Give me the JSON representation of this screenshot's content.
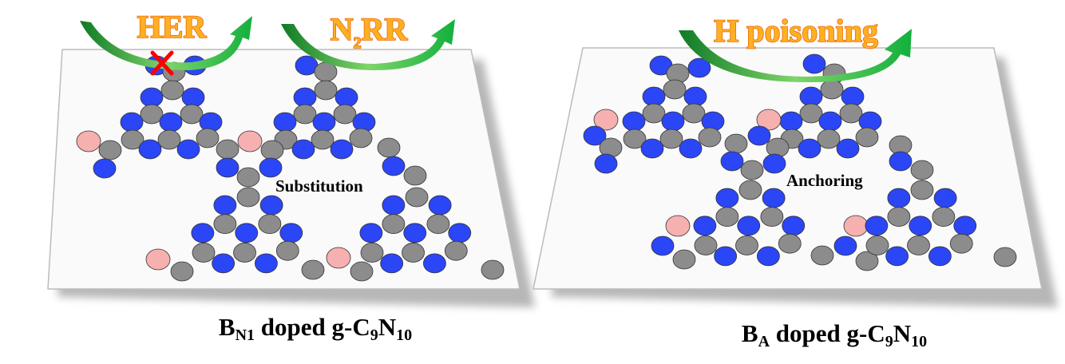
{
  "left_panel": {
    "process_1": "HER",
    "process_2_main": "N",
    "process_2_sub": "2",
    "process_2_tail": "RR",
    "site_label": "Substitution",
    "caption": {
      "b": "B",
      "b_sub": "N1",
      "mid": " doped g-C",
      "c_sub": "9",
      "n": "N",
      "n_sub": "10"
    }
  },
  "right_panel": {
    "process": "H poisoning",
    "site_label": "Anchoring",
    "caption": {
      "b": "B",
      "b_sub": "A",
      "mid": " doped g-C",
      "c_sub": "9",
      "n": "N",
      "n_sub": "10"
    }
  },
  "colors": {
    "carbon": "#8c8c8c",
    "nitrogen": "#2b46f6",
    "boron": "#f6b0b0",
    "arrow": "#1fae3a",
    "blocked": "#ff0000",
    "title_fill": "#ffb020",
    "title_stroke": "#e86a10"
  }
}
